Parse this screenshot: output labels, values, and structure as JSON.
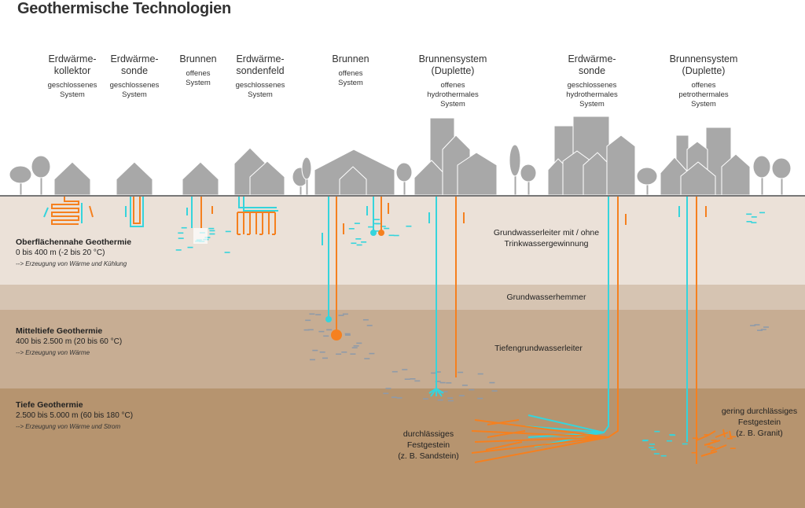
{
  "title": "Geothermische Technologien",
  "colors": {
    "sky": "#ffffff",
    "building": "#a8a8a8",
    "ground_line": "#777777",
    "layer_shallow": "#ebe1d8",
    "layer_aquitard": "#d6c4b2",
    "layer_middle": "#c7ad93",
    "layer_deep": "#b6946f",
    "cold_pipe": "#35d4dc",
    "warm_pipe": "#f5801f",
    "water_dash_dark": "#8f9aa8"
  },
  "technologies": [
    {
      "name": [
        "Erdwärme-",
        "kollektor"
      ],
      "desc": [
        "geschlossenes",
        "System"
      ]
    },
    {
      "name": [
        "Erdwärme-",
        "sonde"
      ],
      "desc": [
        "geschlossenes",
        "System"
      ]
    },
    {
      "name": [
        "Brunnen"
      ],
      "desc": [
        "offenes",
        "System"
      ]
    },
    {
      "name": [
        "Erdwärme-",
        "sondenfeld"
      ],
      "desc": [
        "geschlossenes",
        "System"
      ]
    },
    {
      "name": [
        "Brunnen"
      ],
      "desc": [
        "offenes",
        "System"
      ]
    },
    {
      "name": [
        "Brunnensystem",
        "(Duplette)"
      ],
      "desc": [
        "offenes",
        "hydrothermales",
        "System"
      ]
    },
    {
      "name": [
        "Erdwärme-",
        "sonde"
      ],
      "desc": [
        "geschlossenes",
        "hydrothermales",
        "System"
      ]
    },
    {
      "name": [
        "Brunnensystem",
        "(Duplette)"
      ],
      "desc": [
        "offenes",
        "petrothermales",
        "System"
      ]
    }
  ],
  "layers": [
    {
      "title": "Oberflächennahe Geothermie",
      "depth": "0 bis 400 m (-2 bis 20 °C)",
      "use": "--> Erzeugung von Wärme und Kühlung"
    },
    {
      "title": "Mitteltiefe Geothermie",
      "depth": "400 bis 2.500 m (20 bis 60 °C)",
      "use": "--> Erzeugung von Wärme"
    },
    {
      "title": "Tiefe Geothermie",
      "depth": "2.500 bis 5.000 m (60 bis 180 °C)",
      "use": "--> Erzeugung von Wärme und Strom"
    }
  ],
  "zones": {
    "aquifer_shallow": [
      "Grundwasserleiter mit / ohne",
      "Trinkwassergewinnung"
    ],
    "aquitard": [
      "Grundwasserhemmer"
    ],
    "aquifer_deep": [
      "Tiefengrundwasserleiter"
    ],
    "permeable_rock": [
      "durchlässiges",
      "Festgestein",
      "(z. B. Sandstein)"
    ],
    "low_permeable_rock": [
      "gering durchlässiges",
      "Festgestein",
      "(z. B. Granit)"
    ]
  }
}
